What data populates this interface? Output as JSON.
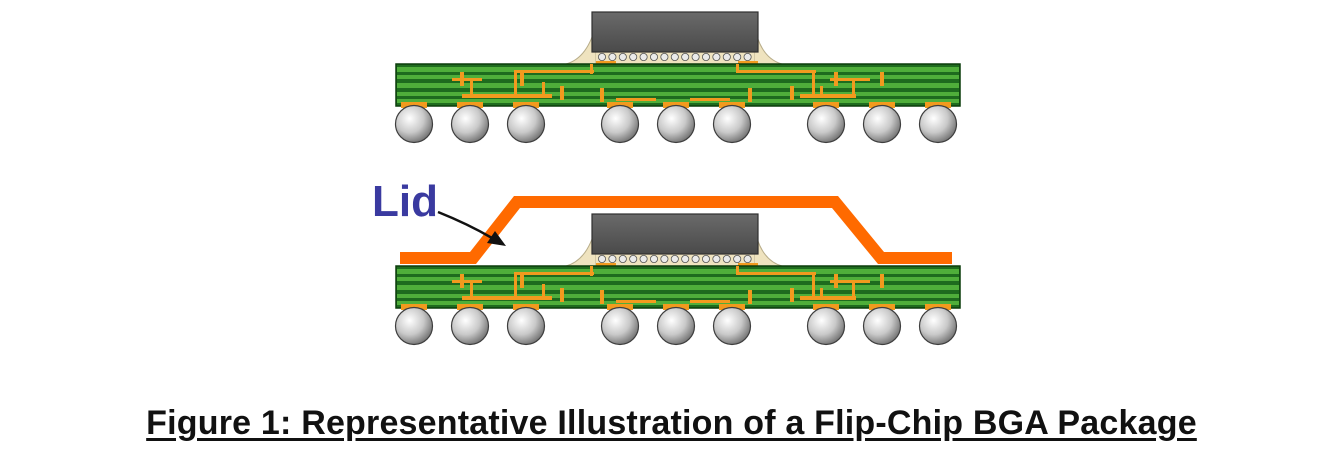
{
  "figure": {
    "caption": "Figure 1:  Representative Illustration of a Flip-Chip BGA Package",
    "lid_label": "Lid"
  },
  "colors": {
    "lid": "#ff6a00",
    "copper": "#f29a1e",
    "board_dark": "#1e6b1e",
    "board_light": "#4fae3a",
    "board_edge": "#0c3d0c",
    "die": "#5c5c5c",
    "underfill": "#efe3bf",
    "label": "#3a3aa0"
  },
  "packages": [
    {
      "name": "bare",
      "has_lid": false
    },
    {
      "name": "lidded",
      "has_lid": true
    }
  ]
}
